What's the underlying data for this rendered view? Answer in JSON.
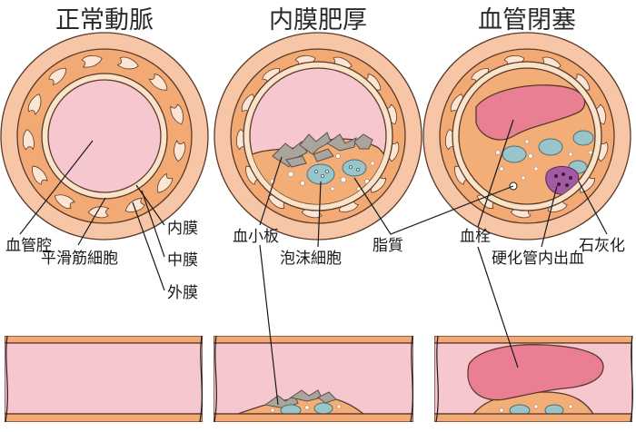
{
  "titles": {
    "normal": "正常動脈",
    "thickening": "内膜肥厚",
    "occlusion": "血管閉塞"
  },
  "labels": {
    "lumen": "血管腔",
    "smooth_muscle": "平滑筋細胞",
    "intima": "内膜",
    "media": "中膜",
    "adventitia": "外膜",
    "platelet": "血小板",
    "foam_cell": "泡沫細胞",
    "lipid": "脂質",
    "thrombus": "血栓",
    "calcification": "石灰化",
    "hemorrhage": "硬化管内出血"
  },
  "colors": {
    "adventitia": "#f6c6a6",
    "media": "#f2a974",
    "media_cell": "#fde5d4",
    "intima_ring": "#fbe3c9",
    "lumen": "#f7c7d0",
    "plaque": "#f3ad76",
    "thrombus": "#ea7f93",
    "platelet": "#a9a49c",
    "foam_cell": "#97c5c9",
    "calcification": "#a45aa0",
    "outline": "#5a3a2a"
  }
}
